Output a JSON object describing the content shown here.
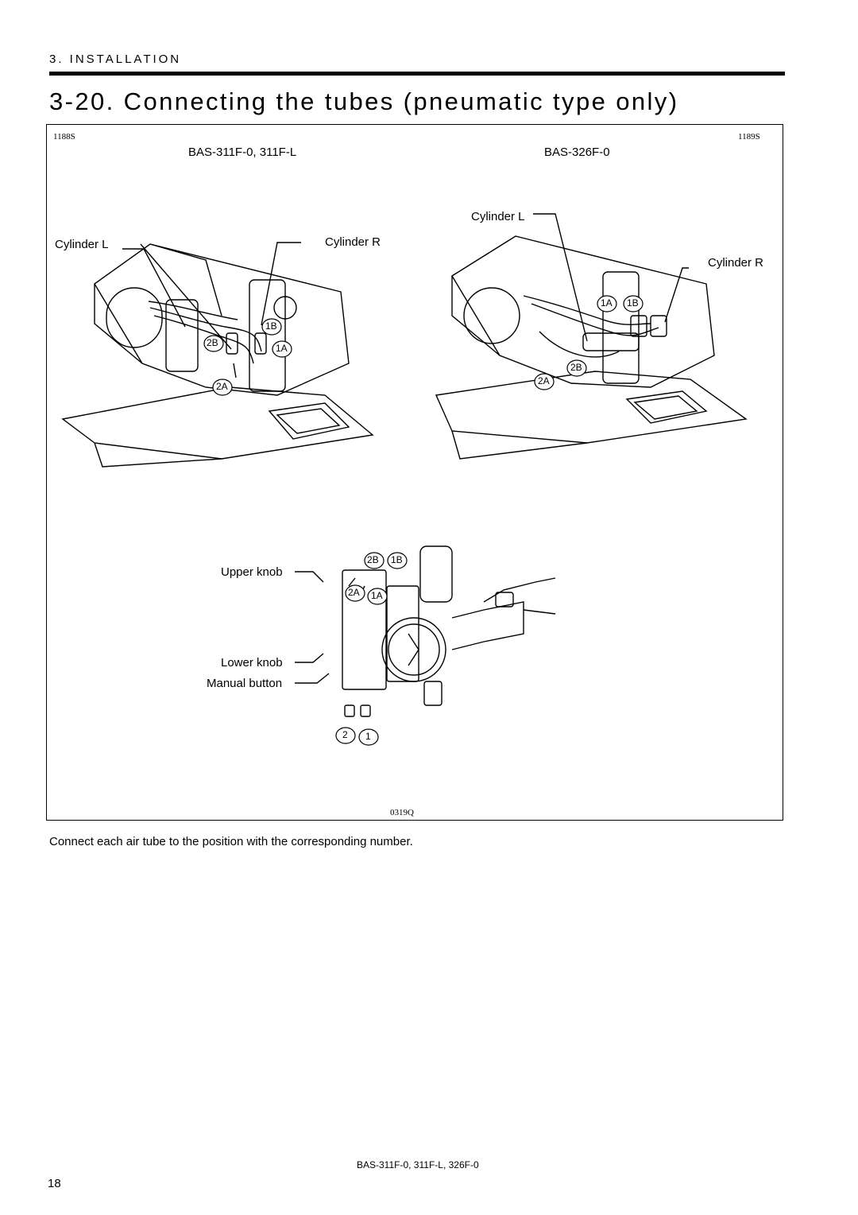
{
  "header": {
    "section": "3. INSTALLATION",
    "title": "3-20. Connecting the tubes (pneumatic type only)"
  },
  "figure": {
    "codes": {
      "left": "1188S",
      "right": "1189S",
      "bottom": "0319Q"
    },
    "left_panel": {
      "model": "BAS-311F-0, 311F-L",
      "cylinder_l": "Cylinder L",
      "cylinder_r": "Cylinder R",
      "ports": [
        "1B",
        "2B",
        "1A",
        "2A"
      ]
    },
    "right_panel": {
      "model": "BAS-326F-0",
      "cylinder_l": "Cylinder L",
      "cylinder_r": "Cylinder R",
      "ports": [
        "1A",
        "1B",
        "2B",
        "2A"
      ]
    },
    "valve": {
      "upper_knob": "Upper knob",
      "lower_knob": "Lower knob",
      "manual_button": "Manual button",
      "ports": [
        "2B",
        "1B",
        "2A",
        "1A",
        "2",
        "1"
      ]
    }
  },
  "caption": "Connect each air tube to the position with the corresponding number.",
  "footer": {
    "model": "BAS-311F-0, 311F-L, 326F-0",
    "page": "18"
  }
}
